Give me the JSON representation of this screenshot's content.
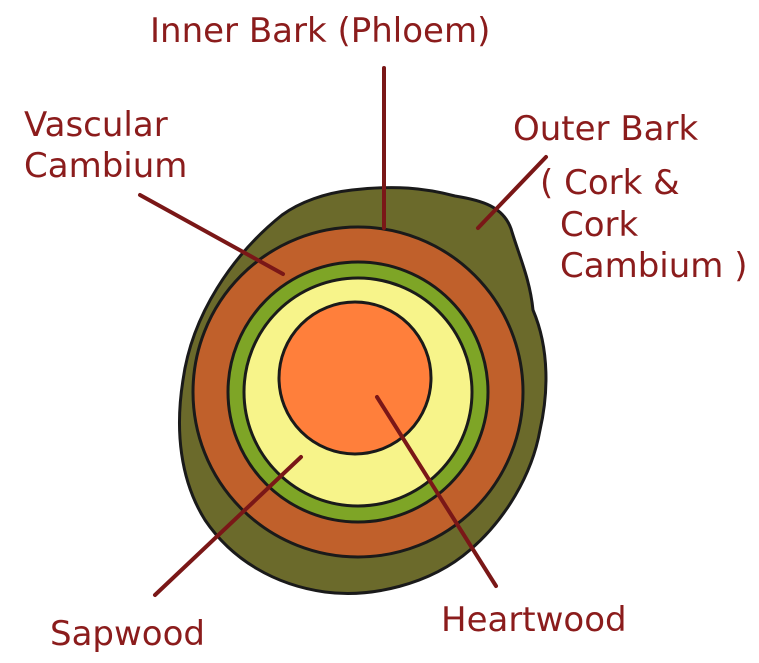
{
  "labels": {
    "inner_bark": "Inner Bark (Phloem)",
    "vascular_cambium_line1": "Vascular",
    "vascular_cambium_line2": "Cambium",
    "outer_bark": "Outer Bark",
    "cork_line1": "( Cork &",
    "cork_line2": "Cork",
    "cork_line3": "Cambium )",
    "sapwood": "Sapwood",
    "heartwood": "Heartwood"
  },
  "colors": {
    "outer_bark": "#6b6a2b",
    "inner_bark": "#c0602b",
    "cambium": "#7ea526",
    "sapwood": "#f7f48a",
    "heartwood": "#ff7f3b",
    "label_text": "#8b1c1c",
    "leader_line": "#7a1717"
  }
}
